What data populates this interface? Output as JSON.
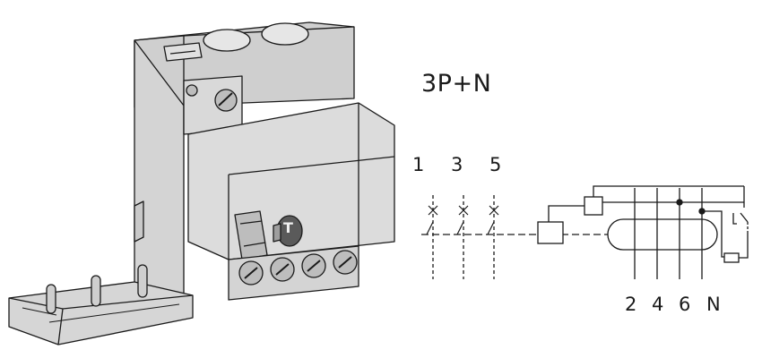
{
  "diagram": {
    "title": "3P+N",
    "terminals_top": [
      "1",
      "3",
      "5"
    ],
    "terminals_bottom": [
      "2",
      "4",
      "6",
      "N"
    ],
    "test_button_glyph": "T"
  },
  "colors": {
    "line": "#1a1a1a",
    "device_light": "#d9d9d9",
    "device_mid": "#cfcfcf",
    "device_dark": "#a9a9a9",
    "screw": "#bdbdbd",
    "test_button": "#5a5a5a"
  },
  "icons": {
    "device": "residual-current-device-illustration",
    "schematic": "wiring-schematic-3p-n"
  }
}
